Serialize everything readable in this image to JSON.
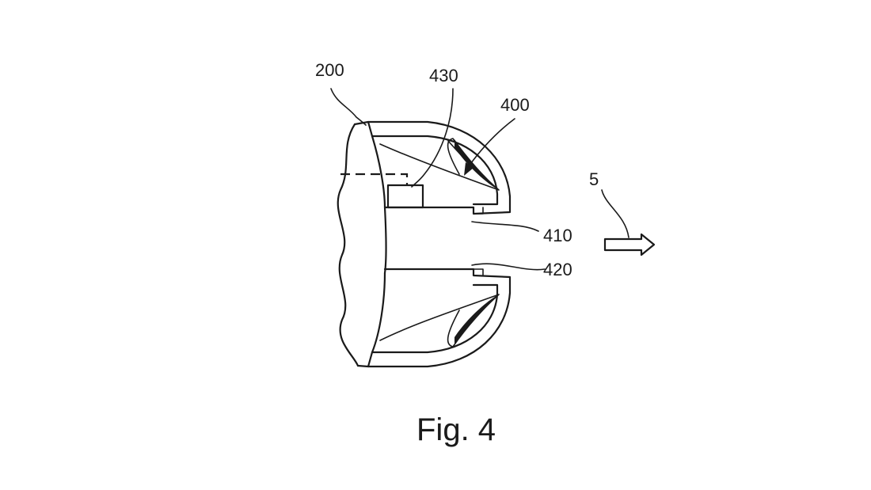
{
  "figure": {
    "caption": "Fig. 4",
    "reference_numerals": {
      "r200": "200",
      "r430": "430",
      "r400": "400",
      "r410": "410",
      "r420": "420",
      "r5": "5"
    }
  }
}
